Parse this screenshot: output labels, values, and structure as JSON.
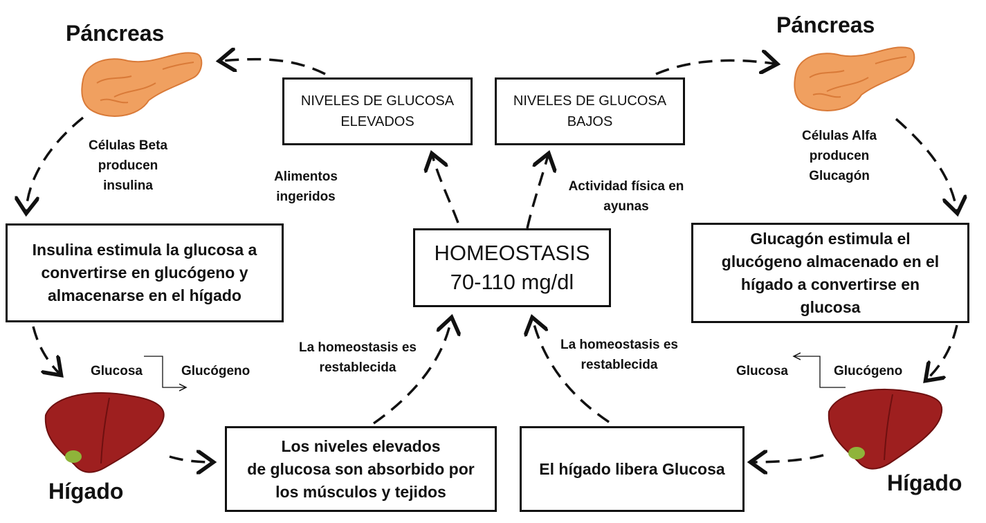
{
  "titles": {
    "pancreas_left": "Páncreas",
    "pancreas_right": "Páncreas",
    "liver_left": "Hígado",
    "liver_right": "Hígado"
  },
  "boxes": {
    "glucose_high": "NIVELES DE GLUCOSA\nELEVADOS",
    "glucose_low": "NIVELES DE GLUCOSA\nBAJOS",
    "homeostasis": "HOMEOSTASIS\n70-110 mg/dl",
    "insulin": "Insulina estimula la glucosa a\nconvertirse en glucógeno y\nalmacenarse en el hígado",
    "glucagon": "Glucagón estimula el\nglucógeno almacenado en el\nhígado a convertirse en\nglucosa",
    "absorbed": "Los niveles elevados\nde glucosa son absorbido por\nlos músculos y tejidos",
    "liver_release": "El hígado libera Glucosa"
  },
  "labels": {
    "beta": "Células Beta\nproducen\ninsulina",
    "alfa": "Células Alfa\nproducen\nGlucagón",
    "food": "Alimentos\ningeridos",
    "activity": "Actividad  física en\nayunas",
    "restored_left": "La homeostasis es\nrestablecida",
    "restored_right": "La homeostasis es\nrestablecida",
    "glucosa_left": "Glucosa",
    "glucogeno_left": "Glucógeno",
    "glucosa_right": "Glucosa",
    "glucogeno_right": "Glucógeno"
  },
  "colors": {
    "pancreas": "#f0a060",
    "pancreas_shade": "#d97a38",
    "liver": "#9e1f1f",
    "liver_dark": "#6e1010",
    "gallbladder": "#8fb43a"
  }
}
